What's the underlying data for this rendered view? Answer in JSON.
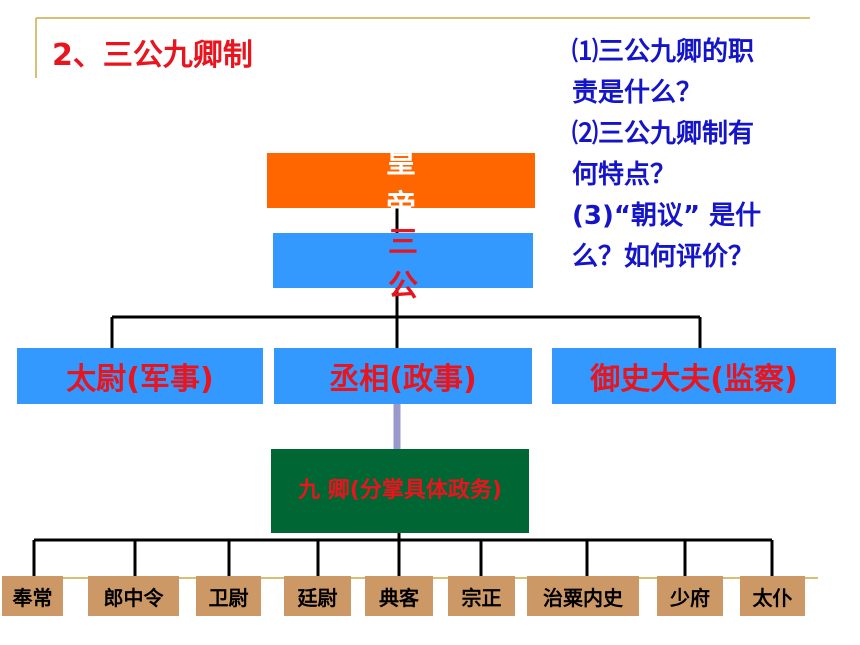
{
  "title": "2、三公九卿制",
  "questions": [
    "⑴三公九卿的职",
    "责是什么？",
    "⑵三公九卿制有",
    "何特点？",
    "(3)“朝议” 是什",
    "么？如何评价？"
  ],
  "emperor": "皇帝",
  "sangong": "三公",
  "officials": [
    "太尉(军事)",
    "丞相(政事)",
    "御史大夫(监察)"
  ],
  "jiuqing": "九  卿(分掌具体政务)",
  "ministers": [
    "奉常",
    "郎中令",
    "卫尉",
    "廷尉",
    "典客",
    "宗正",
    "治粟内史",
    "少府",
    "太仆"
  ],
  "colors": {
    "title": "#e8141e",
    "question_text": "#1414c8",
    "emperor_box": "#ff6600",
    "sangong_box": "#3399ff",
    "official_box": "#3399ff",
    "jiuqing_box": "#006633",
    "minister_box": "#cc9966",
    "accent_line": "#ccaa44"
  }
}
